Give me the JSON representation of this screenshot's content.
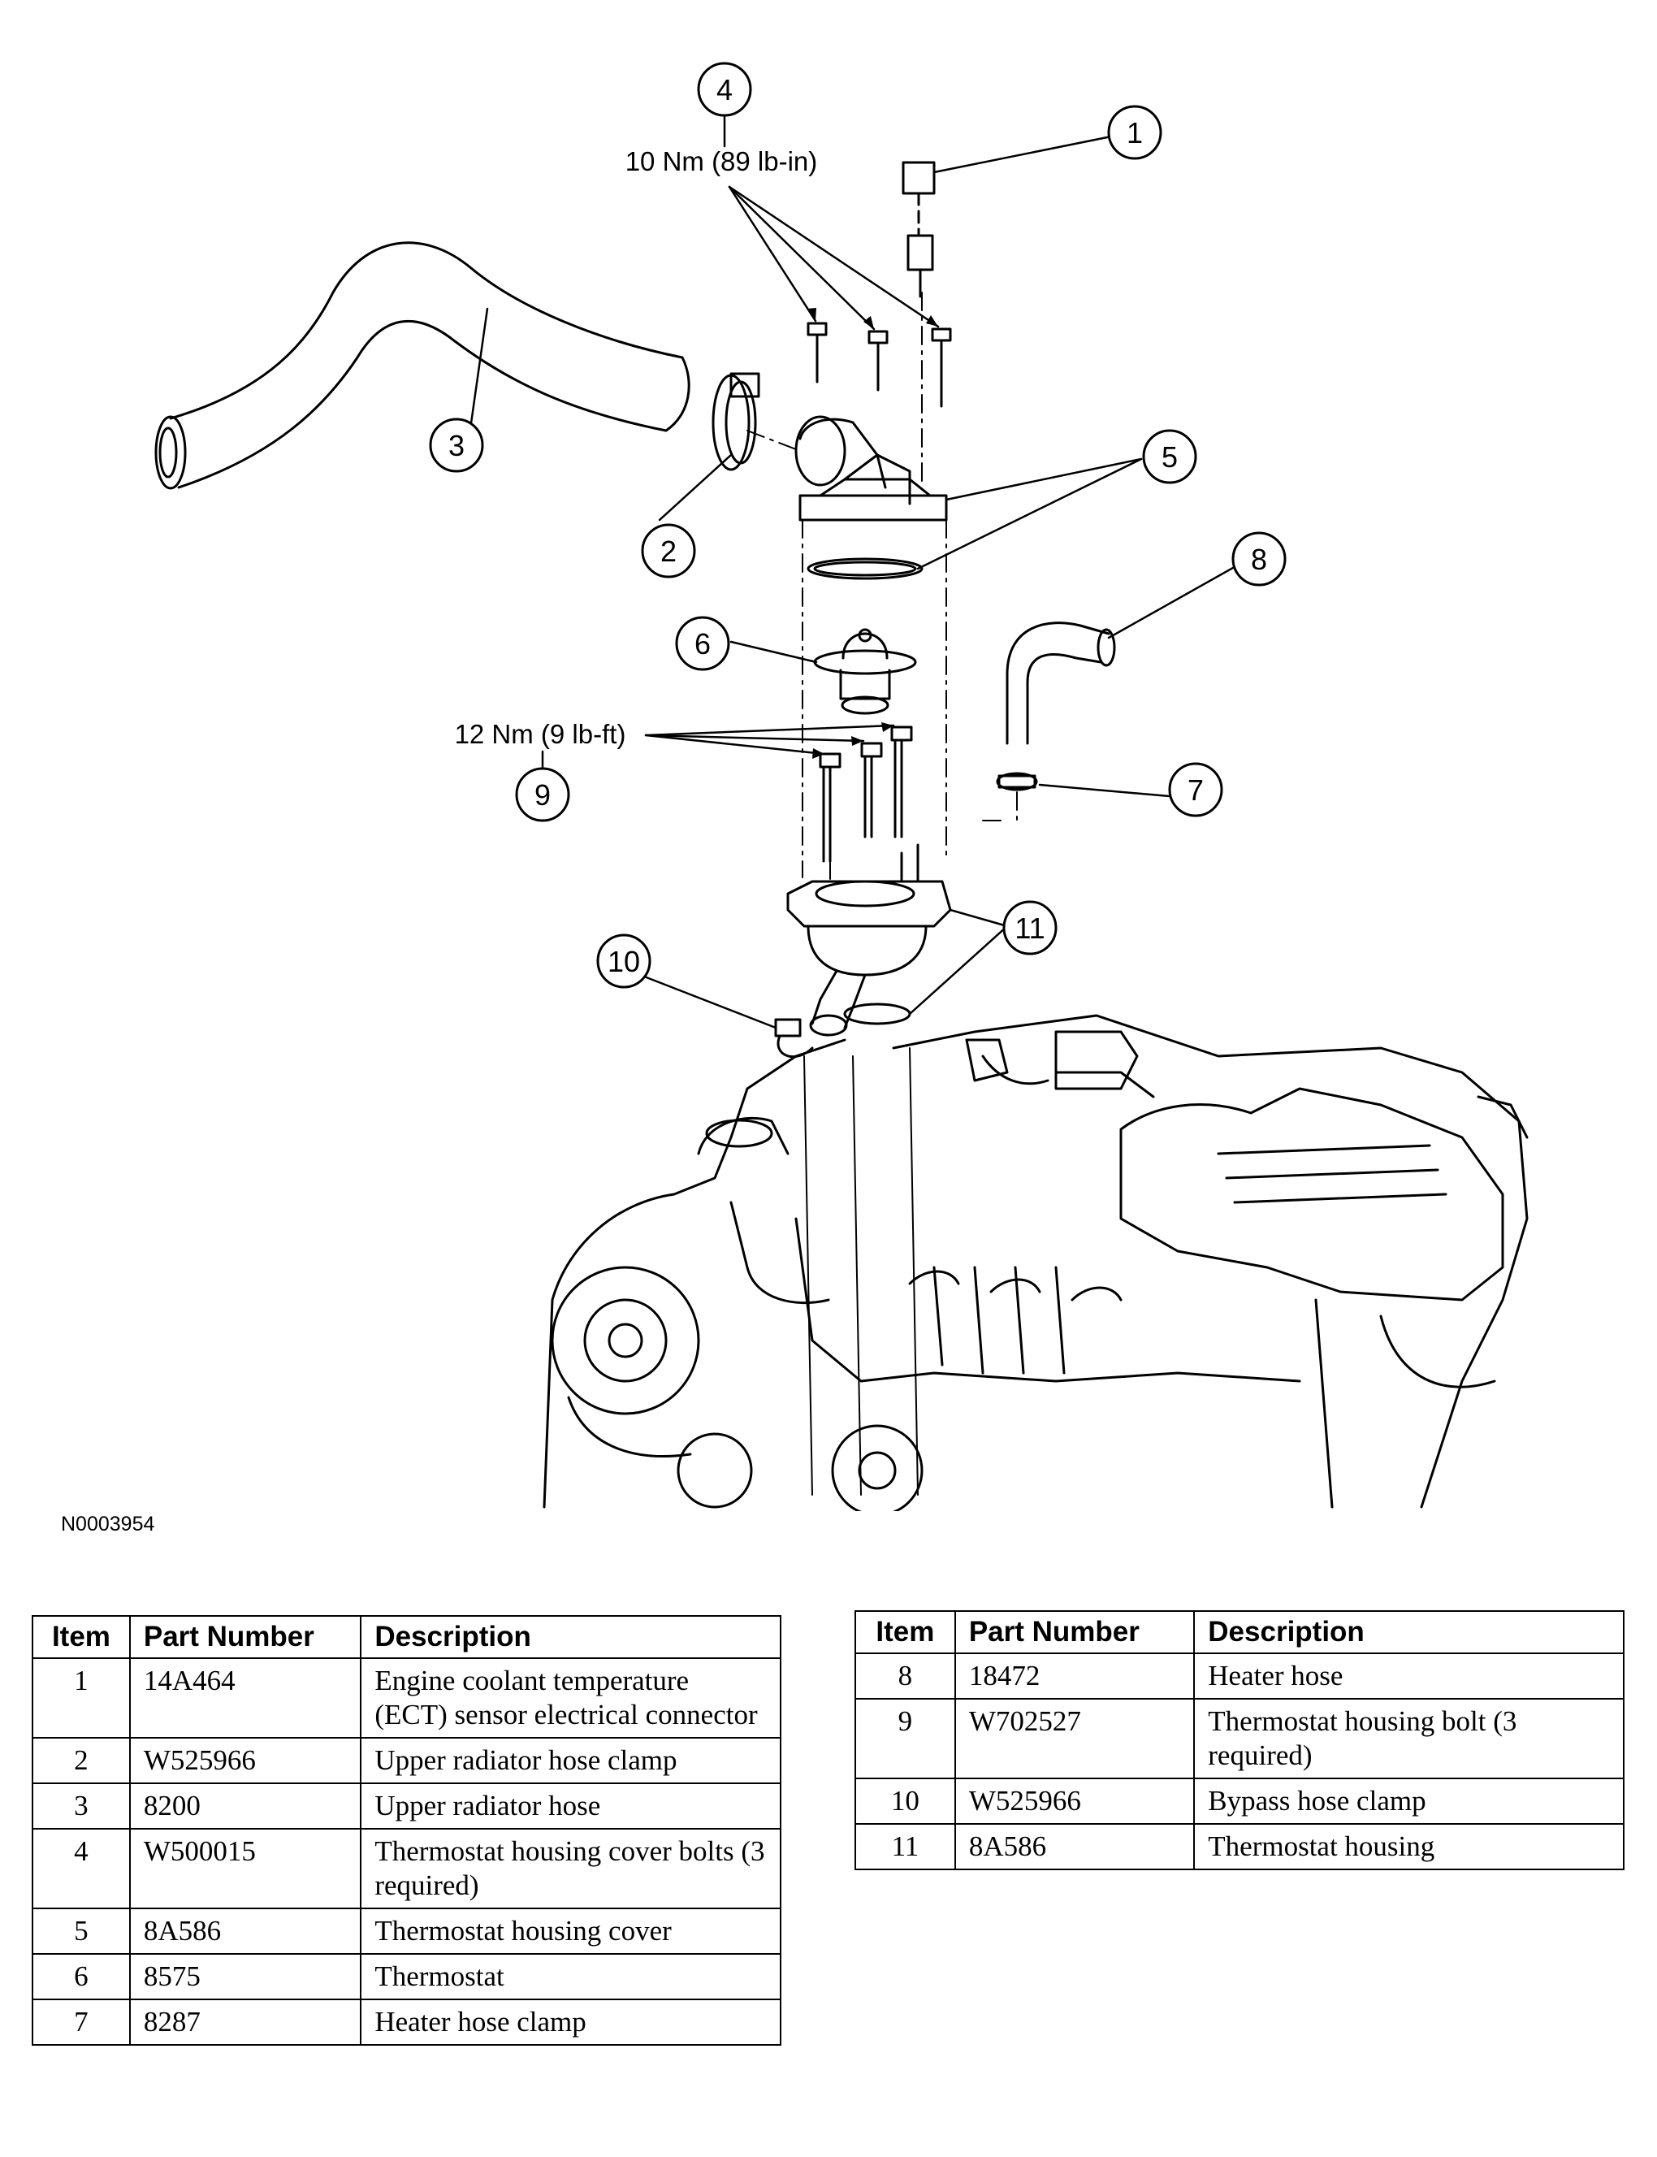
{
  "figure_id": "N0003954",
  "callouts": [
    "1",
    "2",
    "3",
    "4",
    "5",
    "6",
    "7",
    "8",
    "9",
    "10",
    "11"
  ],
  "torque_labels": {
    "item4": "10 Nm (89 lb-in)",
    "item9": "12 Nm (9 lb-ft)"
  },
  "table_headers": {
    "item": "Item",
    "part_number": "Part Number",
    "description": "Description"
  },
  "parts_left": [
    {
      "item": "1",
      "part_number": "14A464",
      "description": "Engine coolant temperature (ECT) sensor electrical connector"
    },
    {
      "item": "2",
      "part_number": "W525966",
      "description": "Upper radiator hose clamp"
    },
    {
      "item": "3",
      "part_number": "8200",
      "description": "Upper radiator hose"
    },
    {
      "item": "4",
      "part_number": "W500015",
      "description": "Thermostat housing cover bolts (3 required)"
    },
    {
      "item": "5",
      "part_number": "8A586",
      "description": "Thermostat housing cover"
    },
    {
      "item": "6",
      "part_number": "8575",
      "description": "Thermostat"
    },
    {
      "item": "7",
      "part_number": "8287",
      "description": "Heater hose clamp"
    }
  ],
  "parts_right": [
    {
      "item": "8",
      "part_number": "18472",
      "description": "Heater hose"
    },
    {
      "item": "9",
      "part_number": "W702527",
      "description": "Thermostat housing bolt (3 required)"
    },
    {
      "item": "10",
      "part_number": "W525966",
      "description": "Bypass hose clamp"
    },
    {
      "item": "11",
      "part_number": "8A586",
      "description": "Thermostat housing"
    }
  ]
}
